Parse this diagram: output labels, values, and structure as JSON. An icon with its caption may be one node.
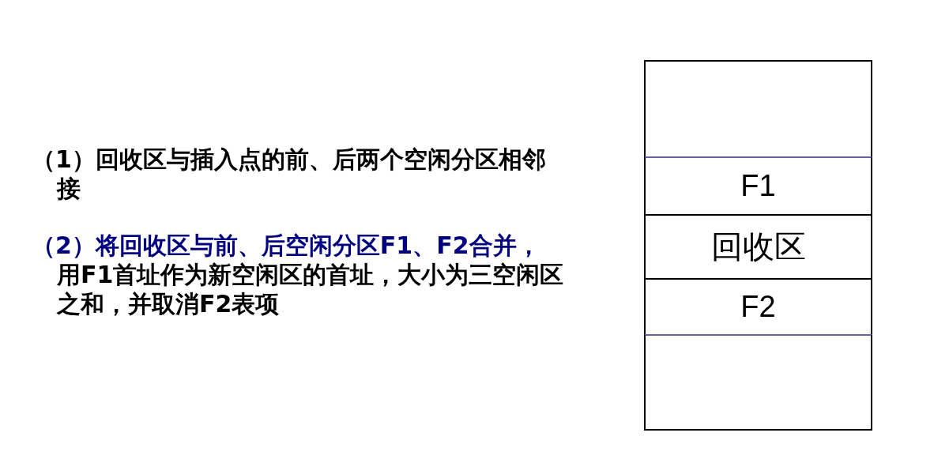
{
  "diagram": {
    "nodes": [
      {
        "text": [],
        "shape": "box"
      },
      {
        "text": [
          "F1"
        ]
      },
      {
        "text": [
          "回收区"
        ]
      },
      {
        "text": [
          "F2"
        ]
      },
      {
        "text": [],
        "shape": "box"
      }
    ],
    "labels": [
      "（1）回收区与插入点的前、后两个空闲分区相邻接",
      "（2）将回收区与前、后空闲分区F1、F2合并，",
      "用F1首址作为新空闲区的首址，大小为三空闲区之和，并取消F2表项"
    ]
  }
}
